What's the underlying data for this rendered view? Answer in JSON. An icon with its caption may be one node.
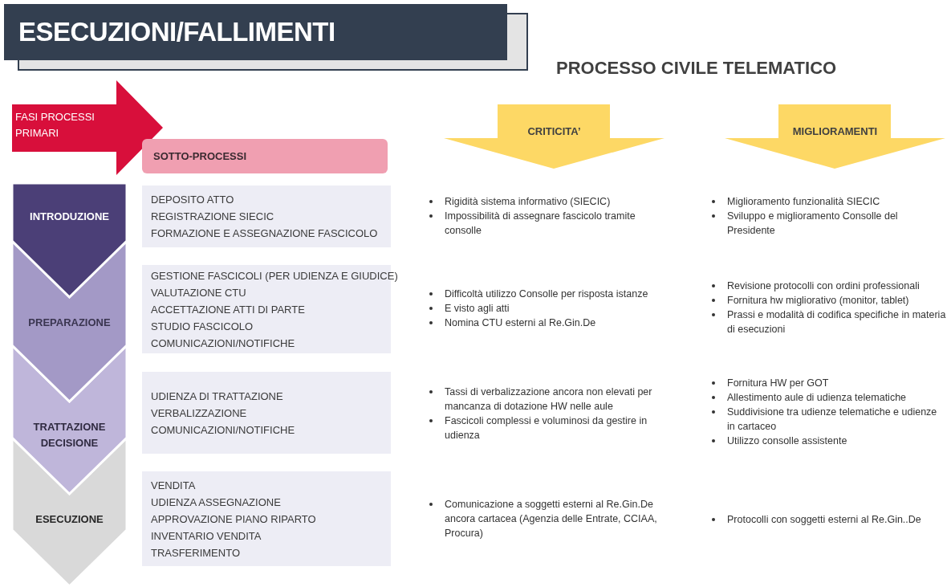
{
  "diagram": {
    "title": "ESECUZIONI/FALLIMENTI",
    "nodes": [
      {
        "text": [
          "FASI PROCESSI PRIMARI"
        ]
      },
      {
        "text": [
          "SOTTO-PROCESSI"
        ]
      },
      {
        "text": [
          "CRITICITA’"
        ]
      },
      {
        "text": [
          "MIGLIORAMENTI"
        ]
      },
      {
        "text": [
          "INTRODUZIONE"
        ]
      },
      {
        "text": [
          "DEPOSITO ATTO",
          "REGISTRAZIONE SIECIC",
          "FORMAZIONE E ASSEGNAZIONE FASCICOLO"
        ]
      },
      {
        "text": [
          "PREPARAZIONE"
        ]
      },
      {
        "text": [
          "GESTIONE FASCICOLI (PER UDIENZA E GIUDICE)",
          "VALUTAZIONE CTU",
          "ACCETTAZIONE ATTI DI PARTE",
          "STUDIO FASCICOLO",
          "COMUNICAZIONI/NOTIFICHE"
        ]
      },
      {
        "text": [
          "TRATTAZIONE DECISIONE"
        ]
      },
      {
        "text": [
          "UDIENZA DI TRATTAZIONE",
          "VERBALIZZAZIONE",
          "COMUNICAZIONI/NOTIFICHE"
        ]
      },
      {
        "text": [
          "ESECUZIONE"
        ]
      },
      {
        "text": [
          "VENDITA",
          "UDIENZA ASSEGNAZIONE",
          "APPROVAZIONE PIANO RIPARTO",
          "INVENTARIO VENDITA",
          "TRASFERIMENTO"
        ]
      }
    ],
    "labels": [
      "PROCESSO CIVILE TELEMATICO",
      "Rigidità sistema informativo (SIECIC)",
      "Impossibilità di assegnare fascicolo tramite consolle",
      "Miglioramento funzionalità SIECIC",
      "Sviluppo e miglioramento Consolle del Presidente",
      "Difficoltà utilizzo Consolle per risposta istanze",
      "E visto agli atti",
      "Nomina CTU esterni al Re.Gin.De",
      "Revisione protocolli con ordini professionali",
      "Fornitura hw migliorativo (monitor, tablet)",
      "Prassi e modalità di codifica specifiche in materia di esecuzioni",
      "Tassi di verbalizzazione ancora non elevati per mancanza di dotazione HW nelle aule",
      "Fascicoli complessi e voluminosi da gestire in udienza",
      "Fornitura HW per GOT",
      "Allestimento aule di udienza telematiche",
      "Suddivisione tra udienze telematiche e udienze in cartaceo",
      "Utilizzo consolle assistente",
      "Comunicazione a soggetti esterni al Re.Gin.De ancora cartacea (Agenzia delle Entrate, CCIAA, Procura)",
      "Protocolli con soggetti esterni al Re.Gin..De"
    ]
  }
}
